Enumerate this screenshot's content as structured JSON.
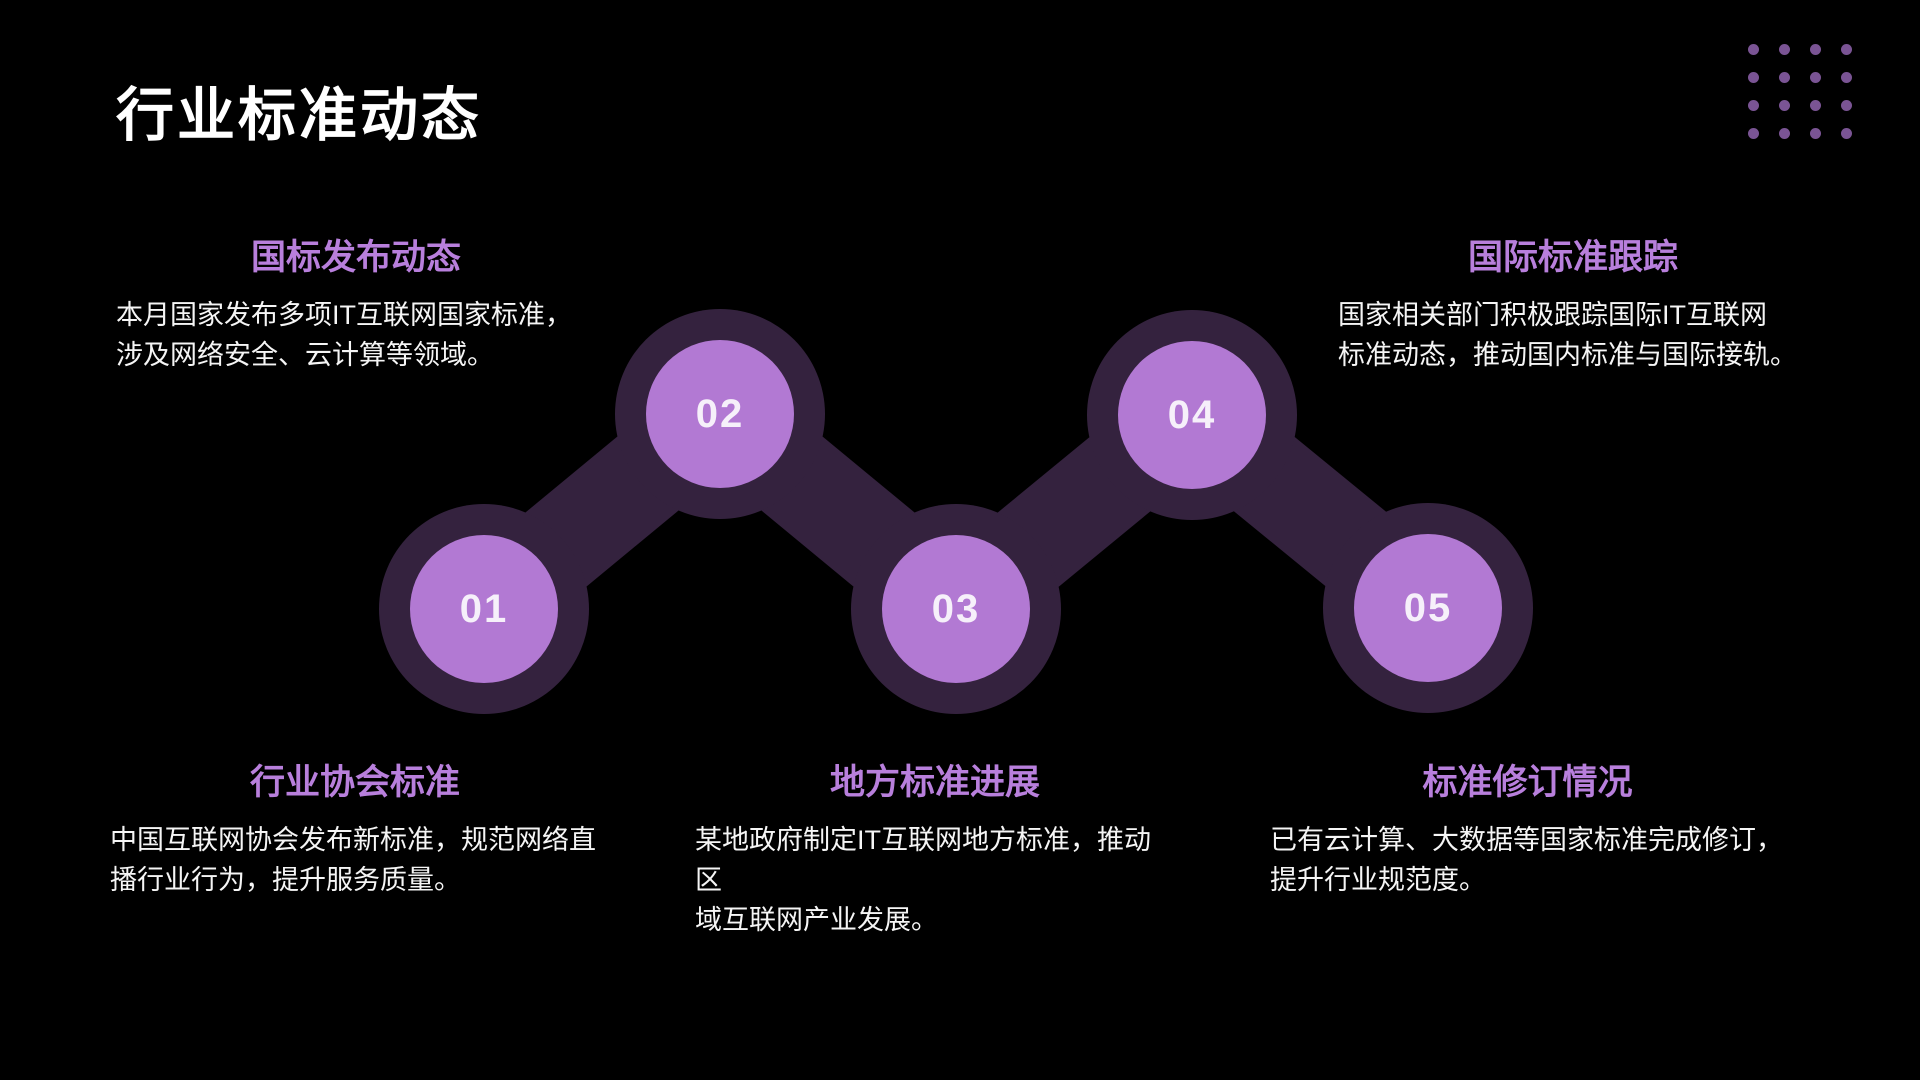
{
  "slide": {
    "title": "行业标准动态"
  },
  "colors": {
    "background": "#000000",
    "band": "#34223e",
    "node_fill": "#b279d3",
    "accent_heading": "#b87fdc",
    "dot_grid": "#7a5494",
    "number_text": "#f6f0fa",
    "body_text": "#f5f5f5",
    "title_text": "#ffffff"
  },
  "decor": {
    "dot_grid": {
      "rows": 4,
      "cols": 4
    }
  },
  "timeline": {
    "items": [
      {
        "number": "01"
      },
      {
        "number": "02"
      },
      {
        "number": "03"
      },
      {
        "number": "04"
      },
      {
        "number": "05"
      }
    ]
  },
  "callouts": [
    {
      "position": "top-left",
      "heading": "国标发布动态",
      "body": "本月国家发布多项IT互联网国家标准，\n涉及网络安全、云计算等领域。"
    },
    {
      "position": "top-right",
      "heading": "国际标准跟踪",
      "body": "国家相关部门积极跟踪国际IT互联网\n标准动态，推动国内标准与国际接轨。"
    },
    {
      "position": "bottom-left",
      "heading": "行业协会标准",
      "body": "中国互联网协会发布新标准，规范网络直\n播行业行为，提升服务质量。"
    },
    {
      "position": "bottom-middle",
      "heading": "地方标准进展",
      "body": "某地政府制定IT互联网地方标准，推动区\n域互联网产业发展。"
    },
    {
      "position": "bottom-right",
      "heading": "标准修订情况",
      "body": "已有云计算、大数据等国家标准完成修订，\n提升行业规范度。"
    }
  ]
}
